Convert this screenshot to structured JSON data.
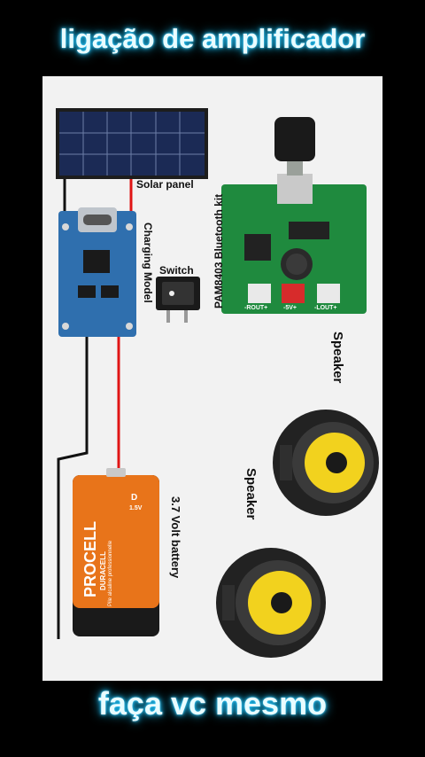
{
  "header": {
    "title": "ligação de amplificador"
  },
  "footer": {
    "title": "faça vc mesmo"
  },
  "diagram": {
    "labels": {
      "solar_panel": "Solar panel",
      "charging_model": "Charging Model",
      "switch": "Switch",
      "bluetooth_kit": "PAM8403 Bluetooth kit",
      "speaker_1": "Speaker",
      "speaker_2": "Speaker",
      "battery": "3.7 Volt battery"
    },
    "battery_text": {
      "brand": "PROCELL",
      "sub_brand": "DURACELL",
      "size": "D",
      "voltage": "1.5V",
      "desc": "Pile alcaline professionnelle"
    },
    "board_pins": [
      "-ROUT+",
      "-5V+",
      "-LOUT+"
    ],
    "colors": {
      "glow": "#1fc6ff",
      "wire_red": "#e01515",
      "wire_black": "#111111",
      "pcb_green": "#1f8a3e",
      "pcb_blue": "#2f6fae",
      "battery_orange": "#e8741a",
      "cone_yellow": "#f2d21e"
    }
  }
}
